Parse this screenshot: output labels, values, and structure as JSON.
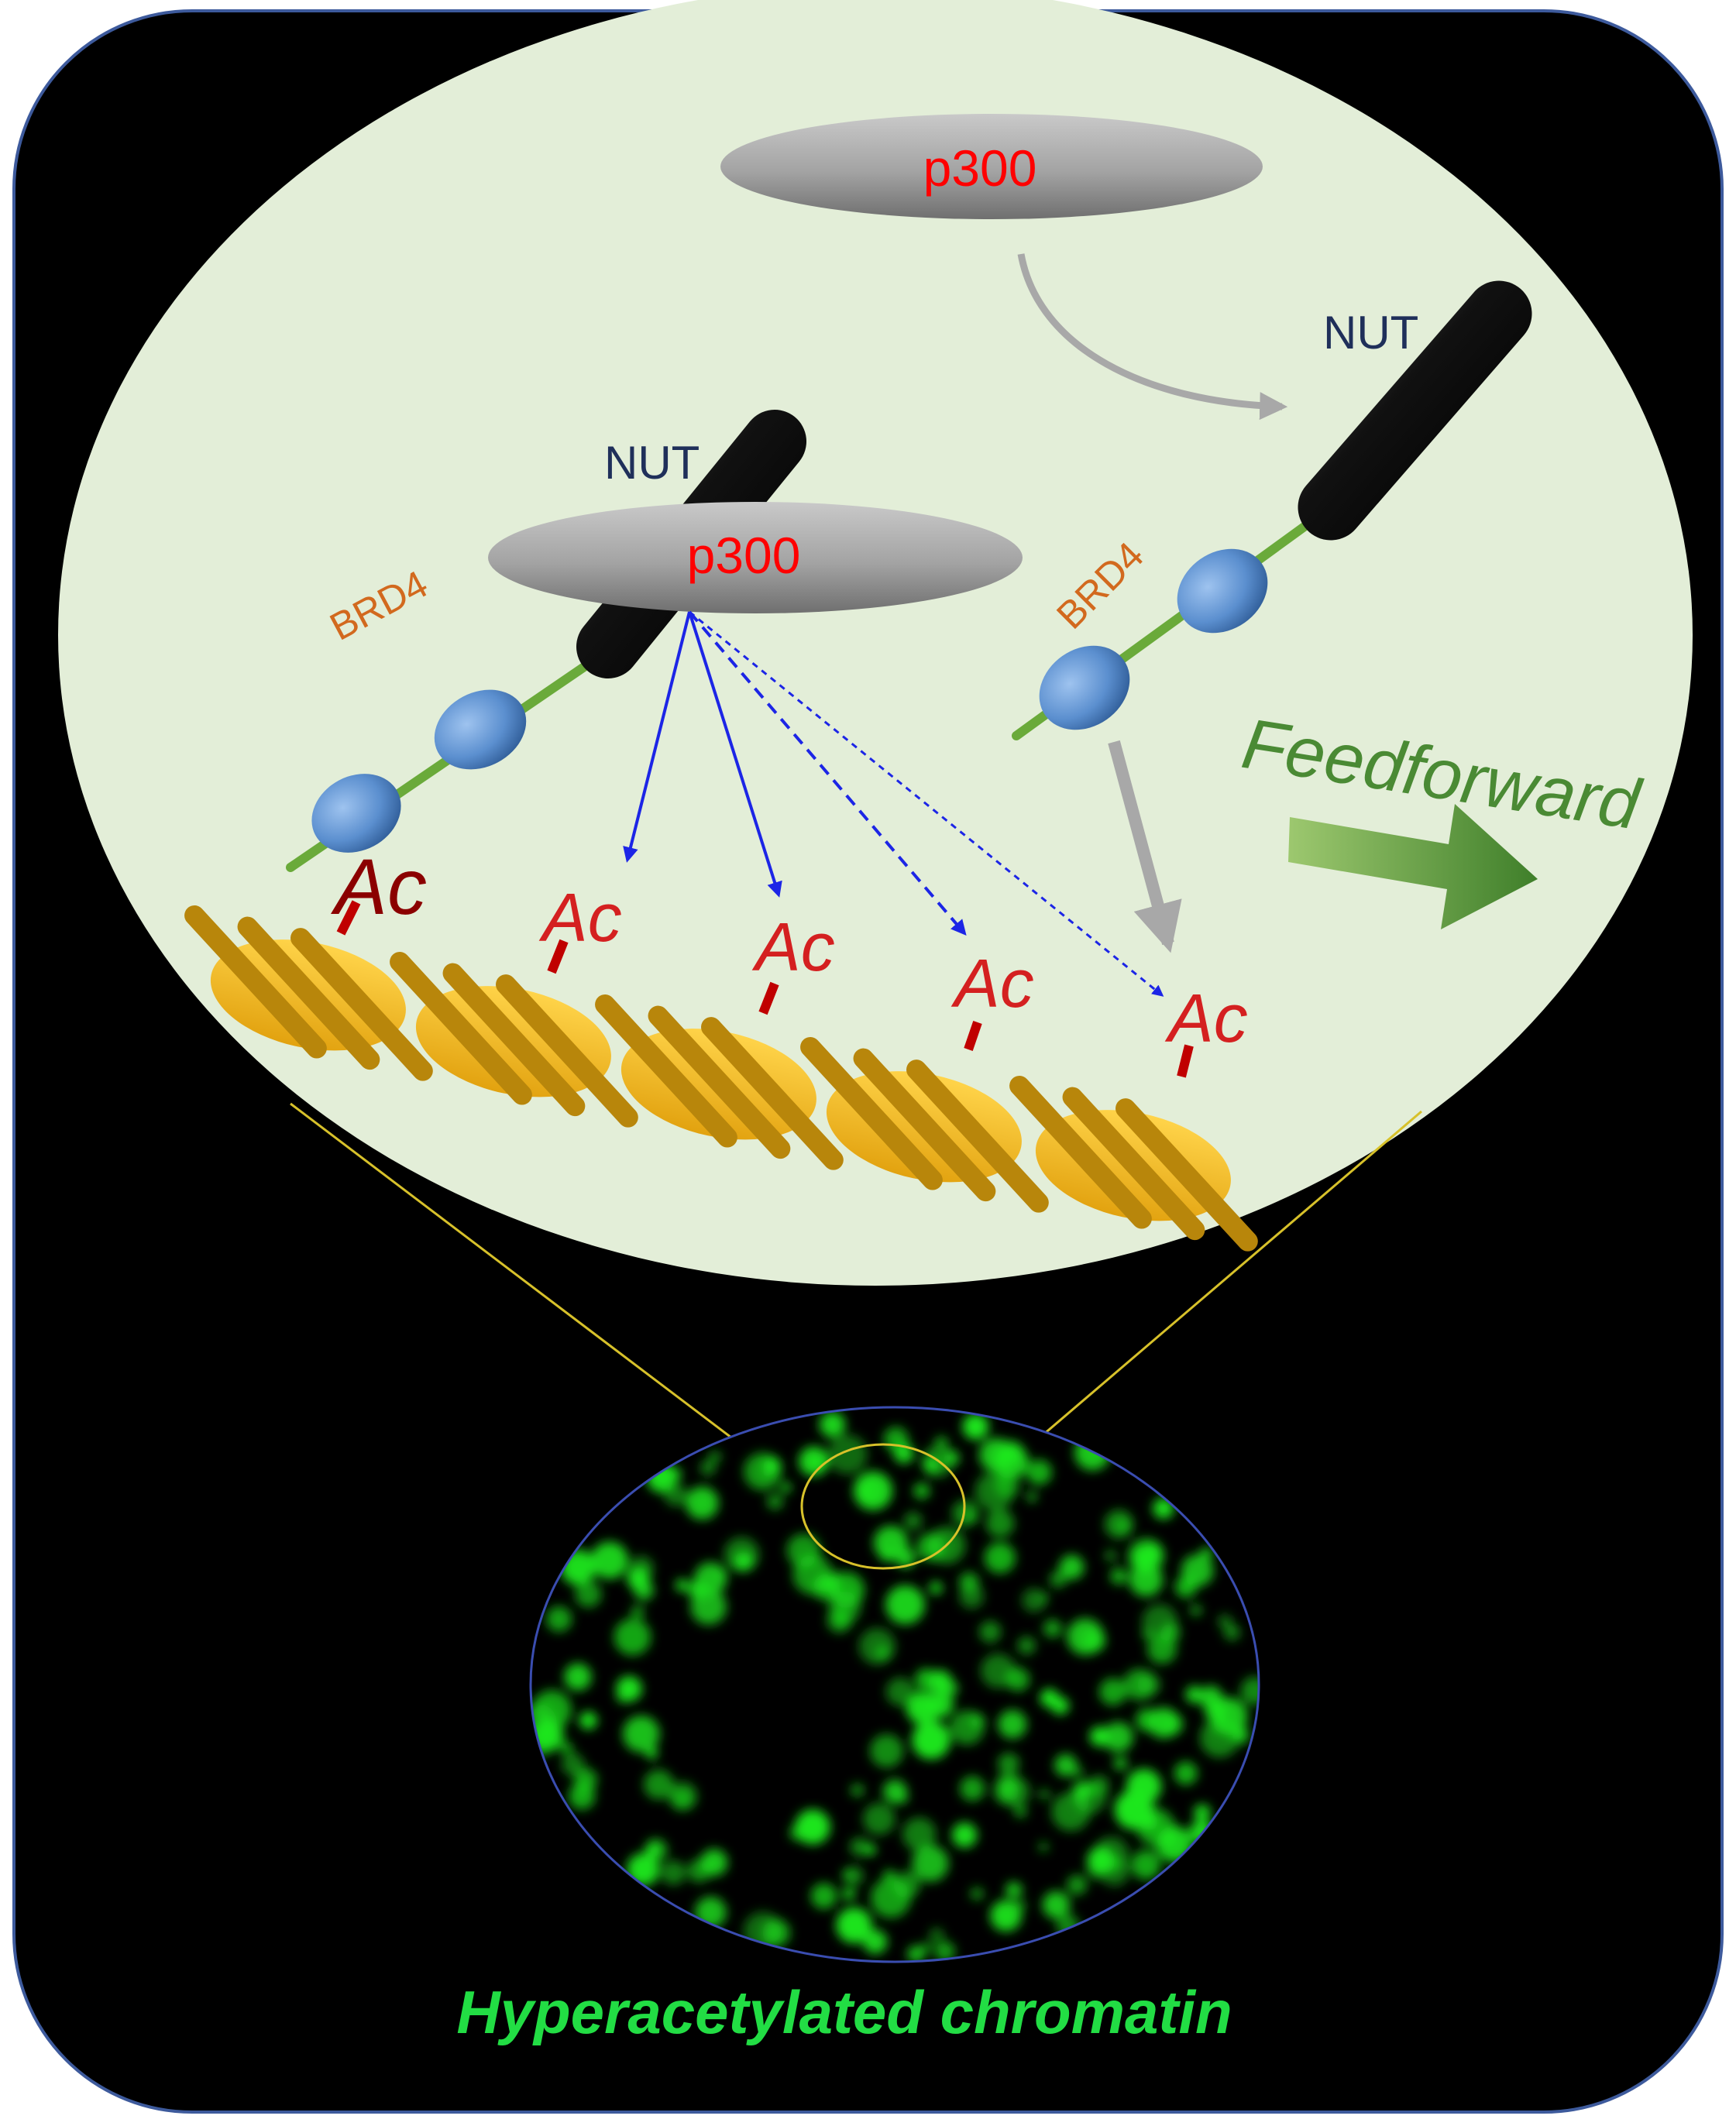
{
  "labels": {
    "p300_free": "p300",
    "p300_bound": "p300",
    "nut_left": "NUT",
    "nut_right": "NUT",
    "brd4_left": "BRD4",
    "brd4_right": "BRD4",
    "ac_marks": [
      "Ac",
      "Ac",
      "Ac",
      "Ac",
      "Ac"
    ],
    "feedforward": "Feedforward",
    "caption": "Hyperacetylated chromatin"
  },
  "colors": {
    "panel_background": "#000000",
    "panel_border": "#3d5a9c",
    "zoom_bubble": "#e3eed8",
    "p300_text": "#ff0000",
    "nut_text": "#1f2f5a",
    "brd4_text": "#d2691e",
    "bromodomain": "#5b8fcf",
    "brd4_chain": "#6aaa3a",
    "nucleosome": "#f3b81f",
    "dna": "#b8860b",
    "ac_stem": "#c00000",
    "arrow_blue": "#1c25e6",
    "arrow_gray": "#a8a8a8",
    "feedforward": "#4a8a34",
    "caption": "#22dd44",
    "nucleus_outline": "#3a4db0",
    "zoom_lines": "#d7c12a",
    "acetyl_foci": "#1ee81e"
  },
  "icons": {
    "p300": "gray-ellipse",
    "nut": "black-rod",
    "bromodomain": "blue-oval",
    "nucleosome": "yellow-disk-with-dna",
    "feedforward_arrow": "green-block-arrow",
    "nucleus": "fluorescent-nucleus"
  }
}
